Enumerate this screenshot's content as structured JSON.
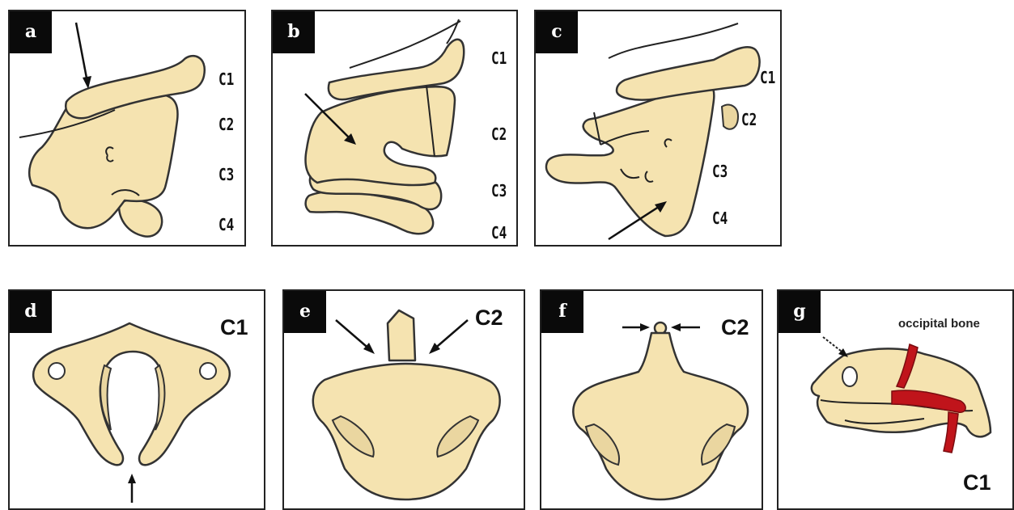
{
  "panels": {
    "a": {
      "tag": "a",
      "levels": [
        "C1",
        "C2",
        "C3",
        "C4"
      ]
    },
    "b": {
      "tag": "b",
      "levels": [
        "C1",
        "C2",
        "C3",
        "C4"
      ]
    },
    "c": {
      "tag": "c",
      "levels": [
        "C1",
        "C2",
        "C3",
        "C4"
      ]
    },
    "d": {
      "tag": "d",
      "label": "C1"
    },
    "e": {
      "tag": "e",
      "label": "C2"
    },
    "f": {
      "tag": "f",
      "label": "C2"
    },
    "g": {
      "tag": "g",
      "label": "C1",
      "annotation": "occipital bone"
    }
  },
  "colors": {
    "bone": "#f5e3b0",
    "outline": "#333333",
    "highlight": "#c0141b"
  }
}
